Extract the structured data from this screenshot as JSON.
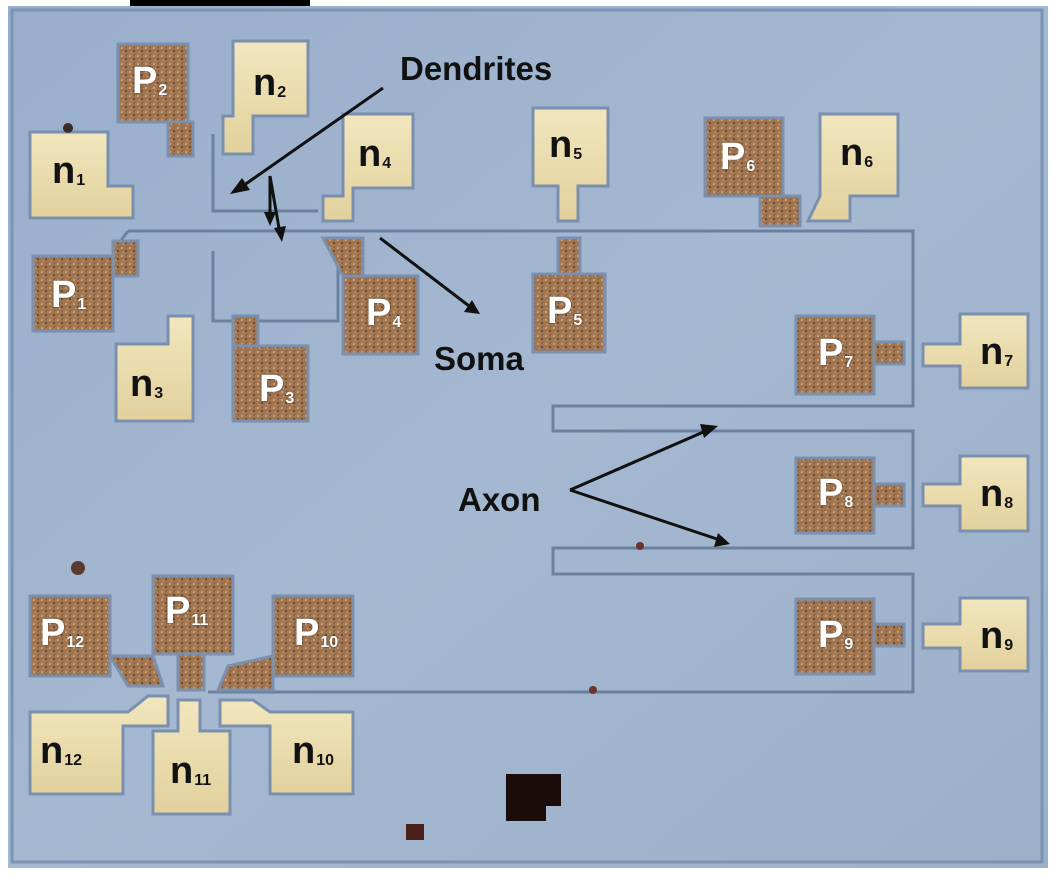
{
  "annotations": {
    "dendrites": "Dendrites",
    "soma": "Soma",
    "axon": "Axon"
  },
  "pads": {
    "P1": {
      "letter": "P",
      "sub": "1"
    },
    "P2": {
      "letter": "P",
      "sub": "2"
    },
    "P3": {
      "letter": "P",
      "sub": "3"
    },
    "P4": {
      "letter": "P",
      "sub": "4"
    },
    "P5": {
      "letter": "P",
      "sub": "5"
    },
    "P6": {
      "letter": "P",
      "sub": "6"
    },
    "P7": {
      "letter": "P",
      "sub": "7"
    },
    "P8": {
      "letter": "P",
      "sub": "8"
    },
    "P9": {
      "letter": "P",
      "sub": "9"
    },
    "P10": {
      "letter": "P",
      "sub": "10"
    },
    "P11": {
      "letter": "P",
      "sub": "11"
    },
    "P12": {
      "letter": "P",
      "sub": "12"
    },
    "n1": {
      "letter": "n",
      "sub": "1"
    },
    "n2": {
      "letter": "n",
      "sub": "2"
    },
    "n3": {
      "letter": "n",
      "sub": "3"
    },
    "n4": {
      "letter": "n",
      "sub": "4"
    },
    "n5": {
      "letter": "n",
      "sub": "5"
    },
    "n6": {
      "letter": "n",
      "sub": "6"
    },
    "n7": {
      "letter": "n",
      "sub": "7"
    },
    "n8": {
      "letter": "n",
      "sub": "8"
    },
    "n9": {
      "letter": "n",
      "sub": "9"
    },
    "n10": {
      "letter": "n",
      "sub": "10"
    },
    "n11": {
      "letter": "n",
      "sub": "11"
    },
    "n12": {
      "letter": "n",
      "sub": "12"
    }
  },
  "colors": {
    "substrate": "#8fa6c4",
    "substrate_light": "#a9bbd3",
    "n_pad": "#e9dcae",
    "p_pad": "#a47b55",
    "wire": "#6f86a6",
    "annotation": "#111111"
  }
}
